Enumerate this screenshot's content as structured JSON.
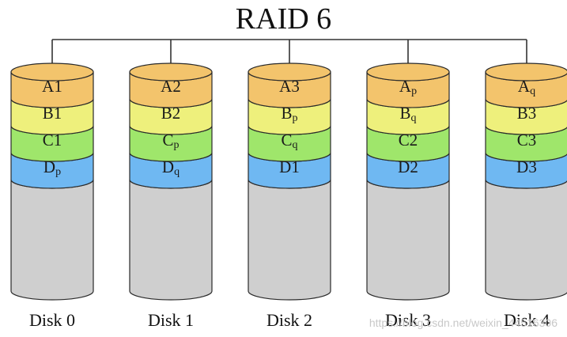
{
  "title": "RAID 6",
  "colors": {
    "A": "#f3c46c",
    "B": "#eef07c",
    "C": "#9fe66b",
    "D": "#6fb8f2",
    "empty": "#cfcfcf",
    "outline": "#2a2a2a"
  },
  "disks": [
    {
      "label": "Disk 0",
      "blocks": [
        {
          "row": "A",
          "base": "A1",
          "sub": ""
        },
        {
          "row": "B",
          "base": "B1",
          "sub": ""
        },
        {
          "row": "C",
          "base": "C1",
          "sub": ""
        },
        {
          "row": "D",
          "base": "D",
          "sub": "p"
        }
      ]
    },
    {
      "label": "Disk 1",
      "blocks": [
        {
          "row": "A",
          "base": "A2",
          "sub": ""
        },
        {
          "row": "B",
          "base": "B2",
          "sub": ""
        },
        {
          "row": "C",
          "base": "C",
          "sub": "p"
        },
        {
          "row": "D",
          "base": "D",
          "sub": "q"
        }
      ]
    },
    {
      "label": "Disk 2",
      "blocks": [
        {
          "row": "A",
          "base": "A3",
          "sub": ""
        },
        {
          "row": "B",
          "base": "B",
          "sub": "p"
        },
        {
          "row": "C",
          "base": "C",
          "sub": "q"
        },
        {
          "row": "D",
          "base": "D1",
          "sub": ""
        }
      ]
    },
    {
      "label": "Disk 3",
      "blocks": [
        {
          "row": "A",
          "base": "A",
          "sub": "p"
        },
        {
          "row": "B",
          "base": "B",
          "sub": "q"
        },
        {
          "row": "C",
          "base": "C2",
          "sub": ""
        },
        {
          "row": "D",
          "base": "D2",
          "sub": ""
        }
      ]
    },
    {
      "label": "Disk 4",
      "blocks": [
        {
          "row": "A",
          "base": "A",
          "sub": "q"
        },
        {
          "row": "B",
          "base": "B3",
          "sub": ""
        },
        {
          "row": "C",
          "base": "C3",
          "sub": ""
        },
        {
          "row": "D",
          "base": "D3",
          "sub": ""
        }
      ]
    }
  ],
  "watermark": "https://blog.csdn.net/weixin_44516306"
}
